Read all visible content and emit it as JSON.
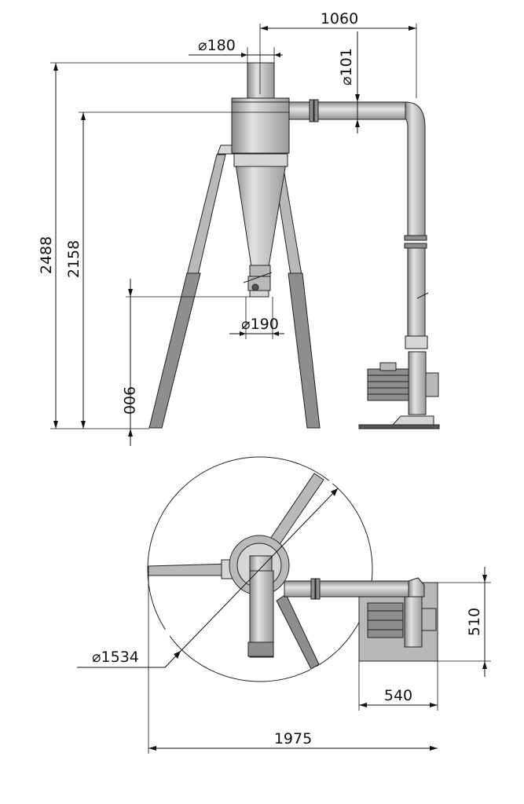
{
  "dimensions": {
    "inlet_diameter": "180",
    "overall_width": "1060",
    "pipe_diameter": "101",
    "total_height": "2488",
    "cyclone_height": "2158",
    "outlet_diameter": "190",
    "outlet_clearance": "900",
    "footprint_diameter": "1534",
    "fan_depth": "510",
    "fan_width": "540",
    "overall_length": "1975"
  },
  "symbols": {
    "diameter": "⌀"
  },
  "colors": {
    "line": "#111111",
    "steel": "#b9b9b9",
    "steel_light": "#d6d6d6",
    "steel_dark": "#8e8e8e"
  }
}
